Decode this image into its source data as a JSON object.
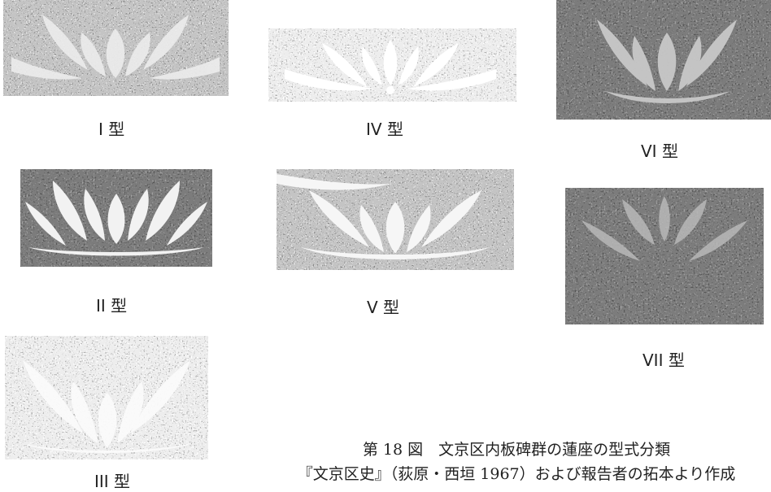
{
  "figure": {
    "panels": [
      {
        "id": "type-1",
        "label": "I 型"
      },
      {
        "id": "type-2",
        "label": "II 型"
      },
      {
        "id": "type-3",
        "label": "III 型"
      },
      {
        "id": "type-4",
        "label": "IV 型"
      },
      {
        "id": "type-5",
        "label": "V 型"
      },
      {
        "id": "type-6",
        "label": "VI 型"
      },
      {
        "id": "type-7",
        "label": "VII 型"
      }
    ],
    "caption": {
      "title": "第 18 図　文京区内板碑群の蓮座の型式分類",
      "source": "『文京区史』（荻原・西垣 1967）および報告者の拓本より作成"
    }
  }
}
